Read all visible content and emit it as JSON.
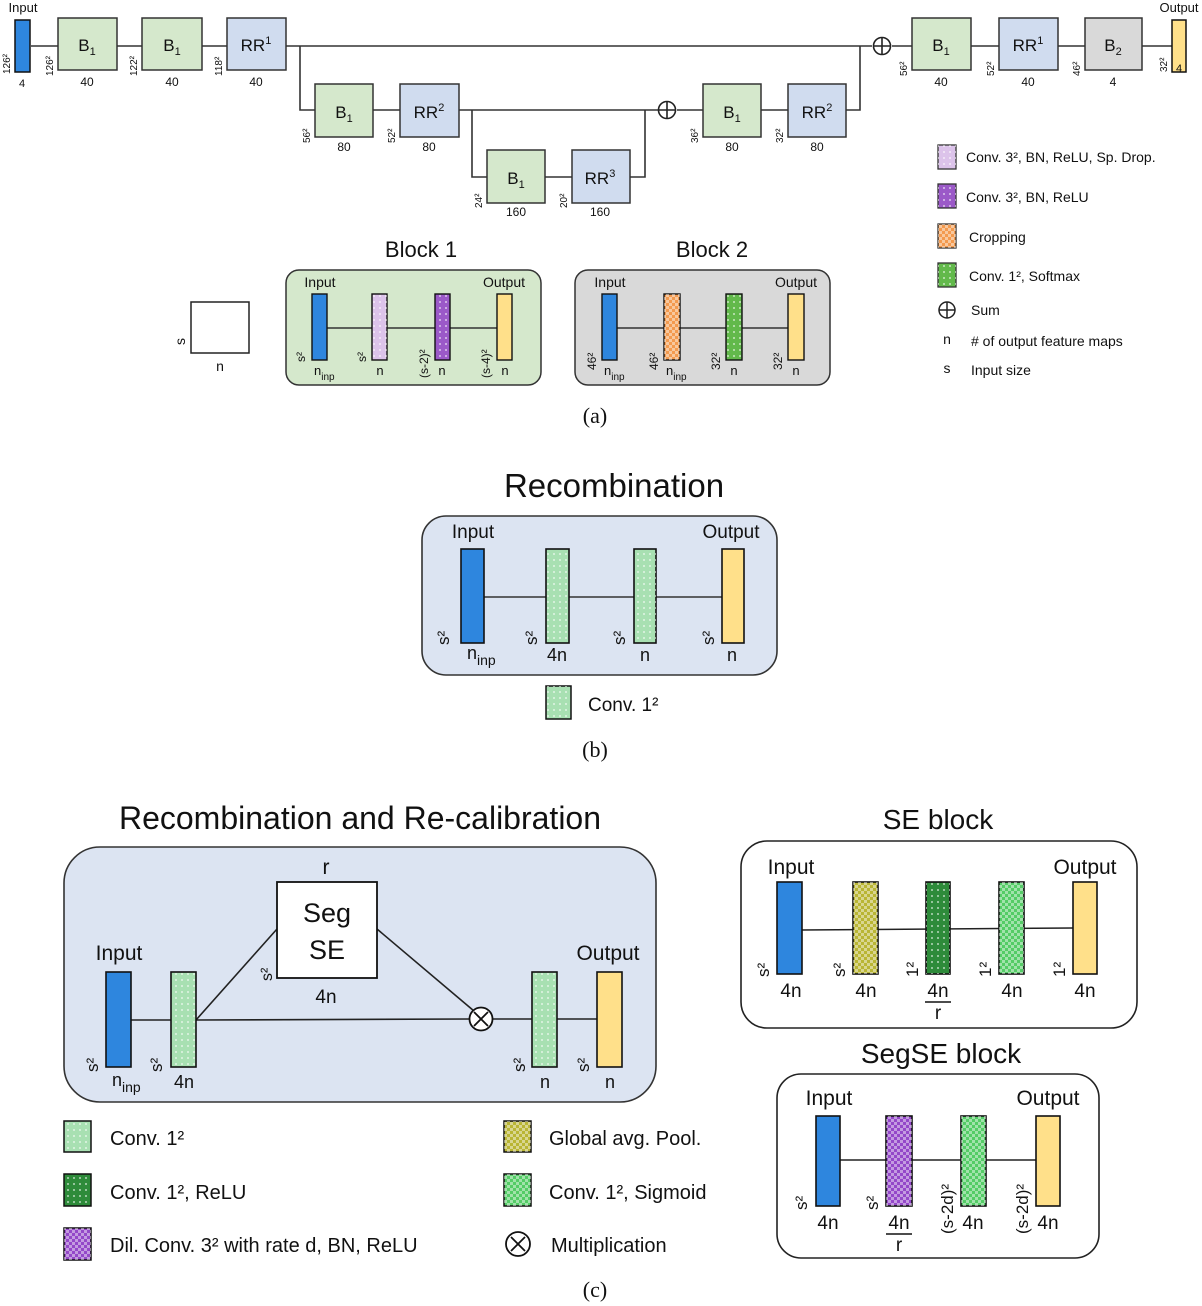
{
  "colors": {
    "block1_fill": "#d5e8cc",
    "block2_fill": "#d9d9d9",
    "rr_fill": "#d0dcef",
    "panel_blue": "#dce4f2",
    "input_blue": "#2e86de",
    "output_yellow": "#ffe08a",
    "conv3_drop": "#dcc3ea",
    "conv3_bn_relu": "#9b59c8",
    "cropping": "#f39a4f",
    "conv1_softmax": "#62b94b",
    "conv1": "#a8e0b2",
    "global_pool": "#b9b534",
    "conv1_relu": "#2e8b3a",
    "conv1_sigmoid": "#54cc66",
    "dil_conv": "#9448c9"
  },
  "panel_a": {
    "caption": "(a)",
    "input_label": "Input",
    "output_label": "Output",
    "input_n": "4",
    "input_s": "126²",
    "output_n": "4",
    "output_s": "32²",
    "blocks": [
      {
        "id": "a1",
        "label": "B",
        "sub": "1",
        "sup": "",
        "n": "40",
        "s": "126²",
        "type": "b1"
      },
      {
        "id": "a2",
        "label": "B",
        "sub": "1",
        "sup": "",
        "n": "40",
        "s": "122²",
        "type": "b1"
      },
      {
        "id": "a3",
        "label": "RR",
        "sub": "",
        "sup": "1",
        "n": "40",
        "s": "118²",
        "type": "rr"
      },
      {
        "id": "a4",
        "label": "B",
        "sub": "1",
        "sup": "",
        "n": "80",
        "s": "56²",
        "type": "b1"
      },
      {
        "id": "a5",
        "label": "RR",
        "sub": "",
        "sup": "2",
        "n": "80",
        "s": "52²",
        "type": "rr"
      },
      {
        "id": "a6",
        "label": "B",
        "sub": "1",
        "sup": "",
        "n": "160",
        "s": "24²",
        "type": "b1"
      },
      {
        "id": "a7",
        "label": "RR",
        "sub": "",
        "sup": "3",
        "n": "160",
        "s": "20²",
        "type": "rr"
      },
      {
        "id": "a8",
        "label": "B",
        "sub": "1",
        "sup": "",
        "n": "80",
        "s": "36²",
        "type": "b1"
      },
      {
        "id": "a9",
        "label": "RR",
        "sub": "",
        "sup": "2",
        "n": "80",
        "s": "32²",
        "type": "rr"
      },
      {
        "id": "a10",
        "label": "B",
        "sub": "1",
        "sup": "",
        "n": "40",
        "s": "56²",
        "type": "b1"
      },
      {
        "id": "a11",
        "label": "RR",
        "sub": "",
        "sup": "1",
        "n": "40",
        "s": "52²",
        "type": "rr"
      },
      {
        "id": "a12",
        "label": "B",
        "sub": "2",
        "sup": "",
        "n": "4",
        "s": "46²",
        "type": "b2"
      }
    ],
    "legend": [
      {
        "key": "conv3_drop",
        "text": "Conv. 3², BN, ReLU, Sp. Drop."
      },
      {
        "key": "conv3_bn_relu",
        "text": "Conv. 3², BN, ReLU"
      },
      {
        "key": "cropping",
        "text": "Cropping"
      },
      {
        "key": "conv1_softmax",
        "text": "Conv. 1², Softmax"
      }
    ],
    "legend_sum": "Sum",
    "legend_n_symbol": "n",
    "legend_n_text": "# of output feature maps",
    "legend_s_symbol": "s",
    "legend_s_text": "Input size",
    "size_box_s": "s",
    "size_box_n": "n",
    "block1": {
      "title": "Block 1",
      "input": "Input",
      "output": "Output",
      "bars": [
        {
          "s": "s²",
          "n": "n",
          "n_sub": "inp"
        },
        {
          "s": "s²",
          "n": "n",
          "n_sub": ""
        },
        {
          "s": "(s-2)²",
          "n": "n",
          "n_sub": ""
        },
        {
          "s": "(s-4)²",
          "n": "n",
          "n_sub": ""
        }
      ]
    },
    "block2": {
      "title": "Block 2",
      "input": "Input",
      "output": "Output",
      "bars": [
        {
          "s": "46²",
          "n": "n",
          "n_sub": "inp"
        },
        {
          "s": "46²",
          "n": "n",
          "n_sub": "inp"
        },
        {
          "s": "32²",
          "n": "n",
          "n_sub": ""
        },
        {
          "s": "32²",
          "n": "n",
          "n_sub": ""
        }
      ]
    }
  },
  "panel_b": {
    "caption": "(b)",
    "title": "Recombination",
    "input": "Input",
    "output": "Output",
    "bars": [
      {
        "s": "s²",
        "n": "n",
        "n_sub": "inp"
      },
      {
        "s": "s²",
        "n": "4n",
        "n_sub": ""
      },
      {
        "s": "s²",
        "n": "n",
        "n_sub": ""
      },
      {
        "s": "s²",
        "n": "n",
        "n_sub": ""
      }
    ],
    "legend": "Conv. 1²"
  },
  "panel_c": {
    "caption": "(c)",
    "title": "Recombination and Re-calibration",
    "input": "Input",
    "output": "Output",
    "segse_line1": "Seg",
    "segse_line2": "SE",
    "segse_r": "r",
    "segse_s": "s²",
    "segse_n": "4n",
    "bars": [
      {
        "s": "s²",
        "n": "n",
        "n_sub": "inp"
      },
      {
        "s": "s²",
        "n": "4n",
        "n_sub": ""
      },
      {
        "s": "s²",
        "n": "n",
        "n_sub": ""
      },
      {
        "s": "s²",
        "n": "n",
        "n_sub": ""
      }
    ],
    "legend_left": [
      {
        "key": "conv1",
        "text": "Conv. 1²"
      },
      {
        "key": "conv1_relu",
        "text": "Conv. 1², ReLU"
      },
      {
        "key": "dil_conv",
        "text": "Dil. Conv. 3² with rate d, BN, ReLU"
      }
    ],
    "legend_right": [
      {
        "key": "global_pool",
        "text": "Global avg. Pool."
      },
      {
        "key": "conv1_sigmoid",
        "text": "Conv. 1², Sigmoid"
      }
    ],
    "legend_mult": "Multiplication",
    "se_block": {
      "title": "SE block",
      "input": "Input",
      "output": "Output",
      "bars": [
        {
          "s": "s²",
          "n": "4n"
        },
        {
          "s": "s²",
          "n": "4n"
        },
        {
          "s": "1²",
          "n_num": "4n",
          "n_den": "r"
        },
        {
          "s": "1²",
          "n": "4n"
        },
        {
          "s": "1²",
          "n": "4n"
        }
      ]
    },
    "segse_block": {
      "title": "SegSE block",
      "input": "Input",
      "output": "Output",
      "bars": [
        {
          "s": "s²",
          "n": "4n"
        },
        {
          "s": "s²",
          "n_num": "4n",
          "n_den": "r"
        },
        {
          "s": "(s-2d)²",
          "n": "4n"
        },
        {
          "s": "(s-2d)²",
          "n": "4n"
        }
      ]
    }
  }
}
